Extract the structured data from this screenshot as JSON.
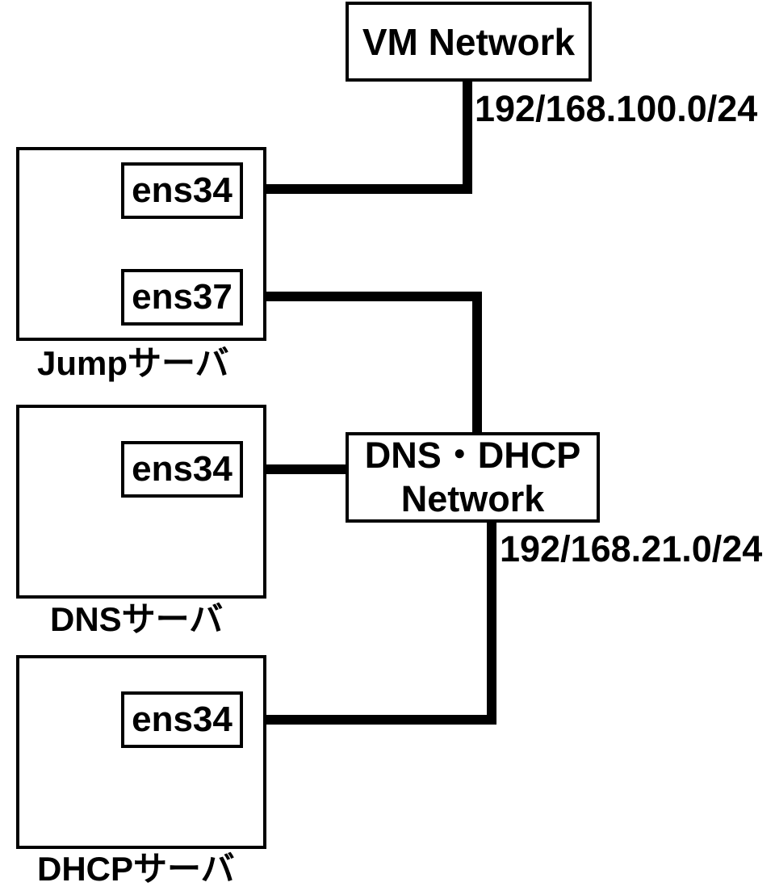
{
  "networks": {
    "vm": {
      "label": "VM Network",
      "subnet": "192/168.100.0/24"
    },
    "dns_dhcp": {
      "label_line1": "DNS・DHCP",
      "label_line2": "Network",
      "subnet": "192/168.21.0/24"
    }
  },
  "servers": [
    {
      "name": "Jumpサーバ",
      "interfaces": [
        "ens34",
        "ens37"
      ]
    },
    {
      "name": "DNSサーバ",
      "interfaces": [
        "ens34"
      ]
    },
    {
      "name": "DHCPサーバ",
      "interfaces": [
        "ens34"
      ]
    }
  ],
  "colors": {
    "line": "#000000",
    "border": "#000000",
    "text": "#000000",
    "background": "#ffffff"
  }
}
